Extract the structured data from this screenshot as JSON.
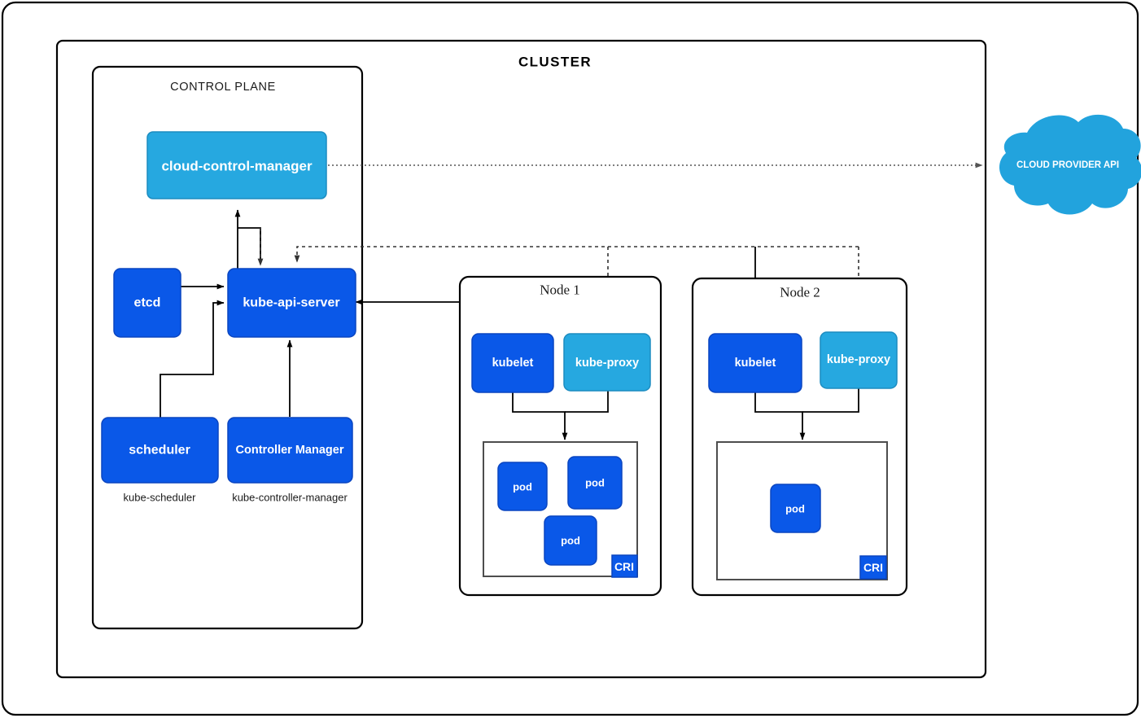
{
  "diagram": {
    "title": "CLUSTER",
    "control_plane_title": "CONTROL PLANE",
    "colors": {
      "dark_blue": "#0a58e8",
      "light_blue": "#26a8e0",
      "cloud_blue": "#22a3dd",
      "frame_stroke": "#000000",
      "background": "#ffffff"
    }
  },
  "control_plane": {
    "components": {
      "cloud_control_manager": "cloud-control-manager",
      "etcd": "etcd",
      "kube_api_server": "kube-api-server",
      "scheduler": "scheduler",
      "controller_manager": "Controller Manager"
    },
    "captions": {
      "scheduler": "kube-scheduler",
      "controller_manager": "kube-controller-manager"
    }
  },
  "cloud_provider": {
    "label": "CLOUD PROVIDER API"
  },
  "nodes": [
    {
      "title": "Node 1",
      "kubelet": "kubelet",
      "kube_proxy": "kube-proxy",
      "cri_label": "CRI",
      "pods": [
        {
          "label": "pod"
        },
        {
          "label": "pod"
        },
        {
          "label": "pod"
        }
      ]
    },
    {
      "title": "Node 2",
      "kubelet": "kubelet",
      "kube_proxy": "kube-proxy",
      "cri_label": "CRI",
      "pods": [
        {
          "label": "pod"
        }
      ]
    }
  ]
}
